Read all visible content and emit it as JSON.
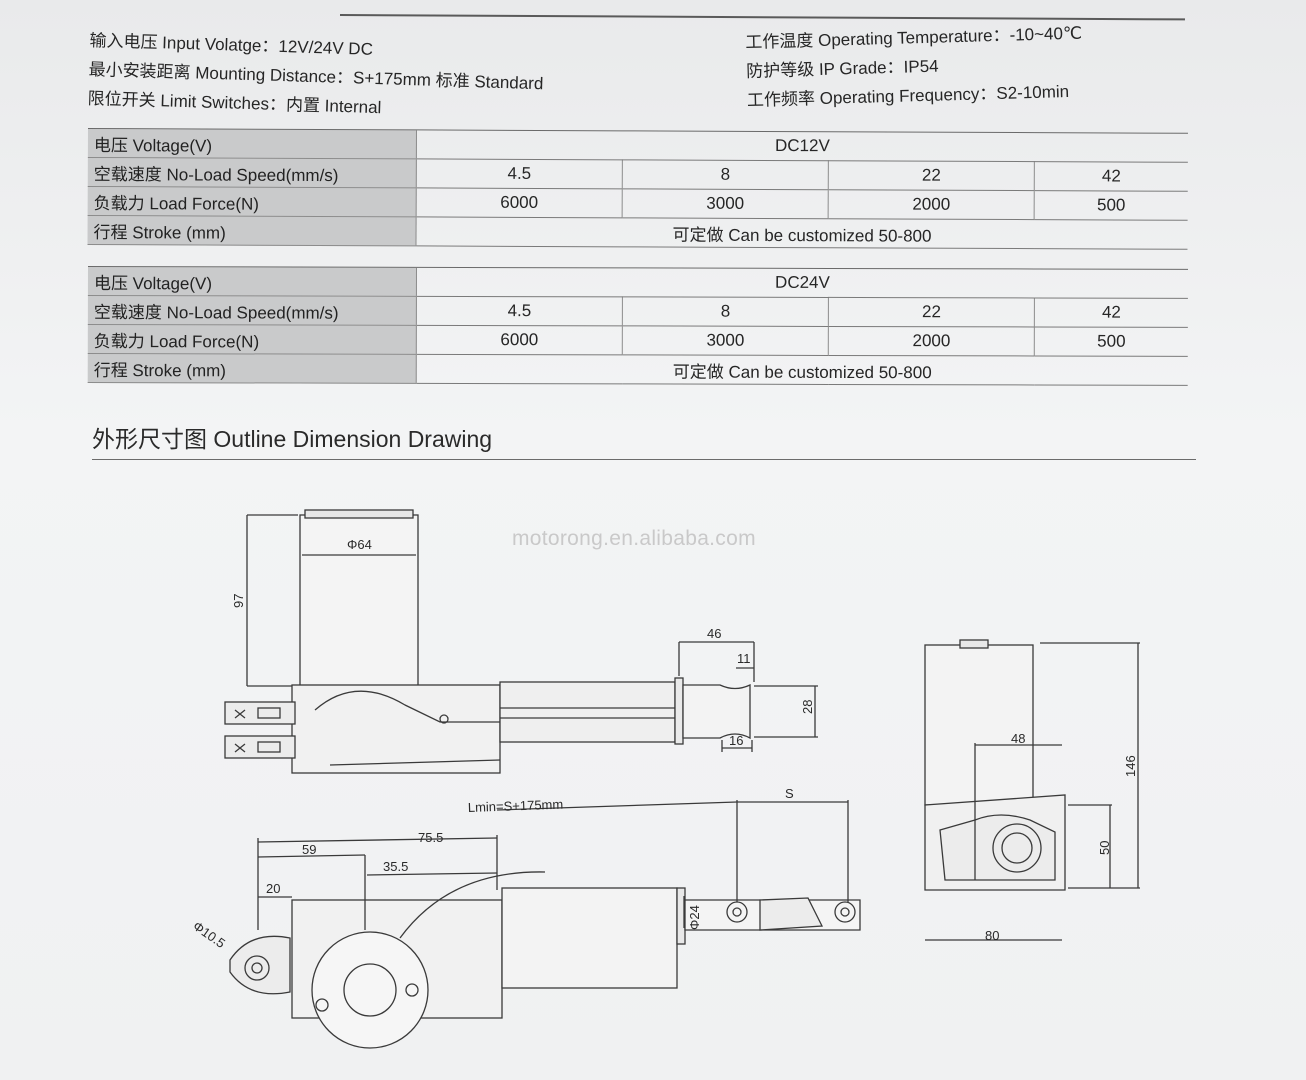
{
  "specs_left": [
    {
      "label": "输入电压 Input Volatge：",
      "value": "12V/24V DC"
    },
    {
      "label": "最小安装距离 Mounting Distance：",
      "value": "S+175mm 标准 Standard"
    },
    {
      "label": "限位开关 Limit Switches：",
      "value": "内置 Internal"
    }
  ],
  "specs_right": [
    {
      "label": "工作温度 Operating Temperature：",
      "value": "-10~40℃"
    },
    {
      "label": "防护等级 IP Grade：",
      "value": "IP54"
    },
    {
      "label": "工作频率 Operating Frequency：",
      "value": "S2-10min"
    }
  ],
  "table_dc12": {
    "voltage_label": "电压 Voltage(V)",
    "voltage": "DC12V",
    "speed_label": "空载速度 No-Load Speed(mm/s)",
    "speeds": [
      "4.5",
      "8",
      "22",
      "42"
    ],
    "force_label": "负载力 Load Force(N)",
    "forces": [
      "6000",
      "3000",
      "2000",
      "500"
    ],
    "stroke_label": "行程 Stroke (mm)",
    "stroke": "可定做 Can be customized 50-800"
  },
  "table_dc24": {
    "voltage_label": "电压 Voltage(V)",
    "voltage": "DC24V",
    "speed_label": "空载速度 No-Load Speed(mm/s)",
    "speeds": [
      "4.5",
      "8",
      "22",
      "42"
    ],
    "force_label": "负载力 Load Force(N)",
    "forces": [
      "6000",
      "3000",
      "2000",
      "500"
    ],
    "stroke_label": "行程 Stroke (mm)",
    "stroke": "可定做 Can be customized 50-800"
  },
  "section_title": "外形尺寸图 Outline Dimension Drawing",
  "watermark": "motorong.en.alibaba.com",
  "dimensions": {
    "motor_dia": "Φ64",
    "motor_height": "97",
    "rod_len": "46",
    "rod_tip": "11",
    "rod_h": "28",
    "rod_slot": "16",
    "lmin": "Lmin=S+175mm",
    "stroke": "S",
    "d59": "59",
    "d75_5": "75.5",
    "d35_5": "35.5",
    "d20": "20",
    "hole": "Φ10.5",
    "tube_dia": "Φ24",
    "side_48": "48",
    "side_146": "146",
    "side_50": "50",
    "side_80": "80"
  }
}
